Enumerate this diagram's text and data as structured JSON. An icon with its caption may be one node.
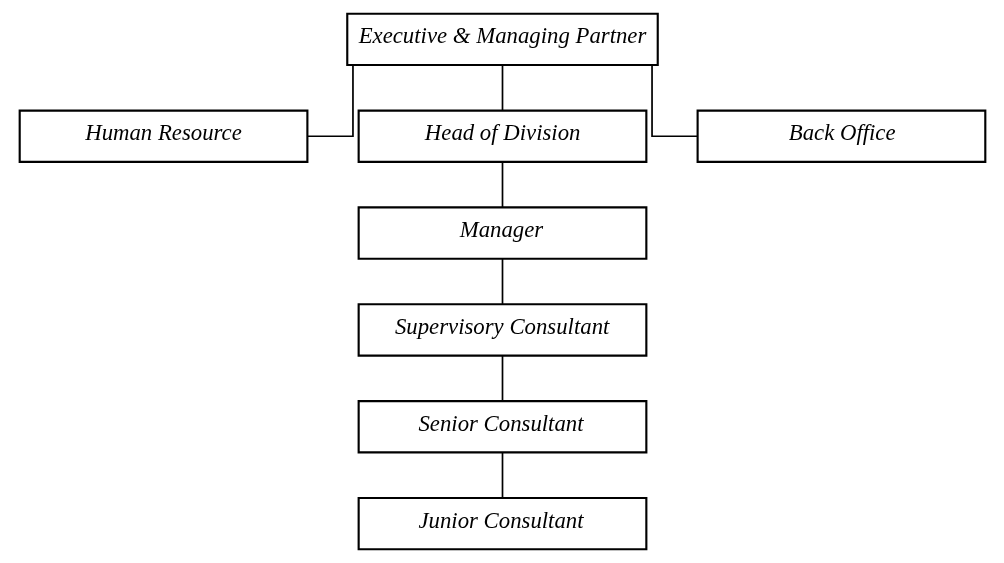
{
  "diagram": {
    "nodes": [
      {
        "text": [
          "Executive & Managing Partner"
        ]
      },
      {
        "text": [
          "Human Resource"
        ]
      },
      {
        "text": [
          "Head of Division"
        ]
      },
      {
        "text": [
          "Back Office"
        ]
      },
      {
        "text": [
          "Manager"
        ]
      },
      {
        "text": [
          "Supervisory Consultant"
        ]
      },
      {
        "text": [
          "Senior Consultant"
        ]
      },
      {
        "text": [
          "Junior Consultant"
        ]
      }
    ],
    "edges": [
      {
        "from": 0,
        "to": 1,
        "arrow": "none"
      },
      {
        "from": 0,
        "to": 2,
        "arrow": "none"
      },
      {
        "from": 0,
        "to": 3,
        "arrow": "none"
      },
      {
        "from": 2,
        "to": 4,
        "arrow": "none"
      },
      {
        "from": 4,
        "to": 5,
        "arrow": "none"
      },
      {
        "from": 5,
        "to": 6,
        "arrow": "none"
      },
      {
        "from": 6,
        "to": 7,
        "arrow": "none"
      }
    ]
  }
}
